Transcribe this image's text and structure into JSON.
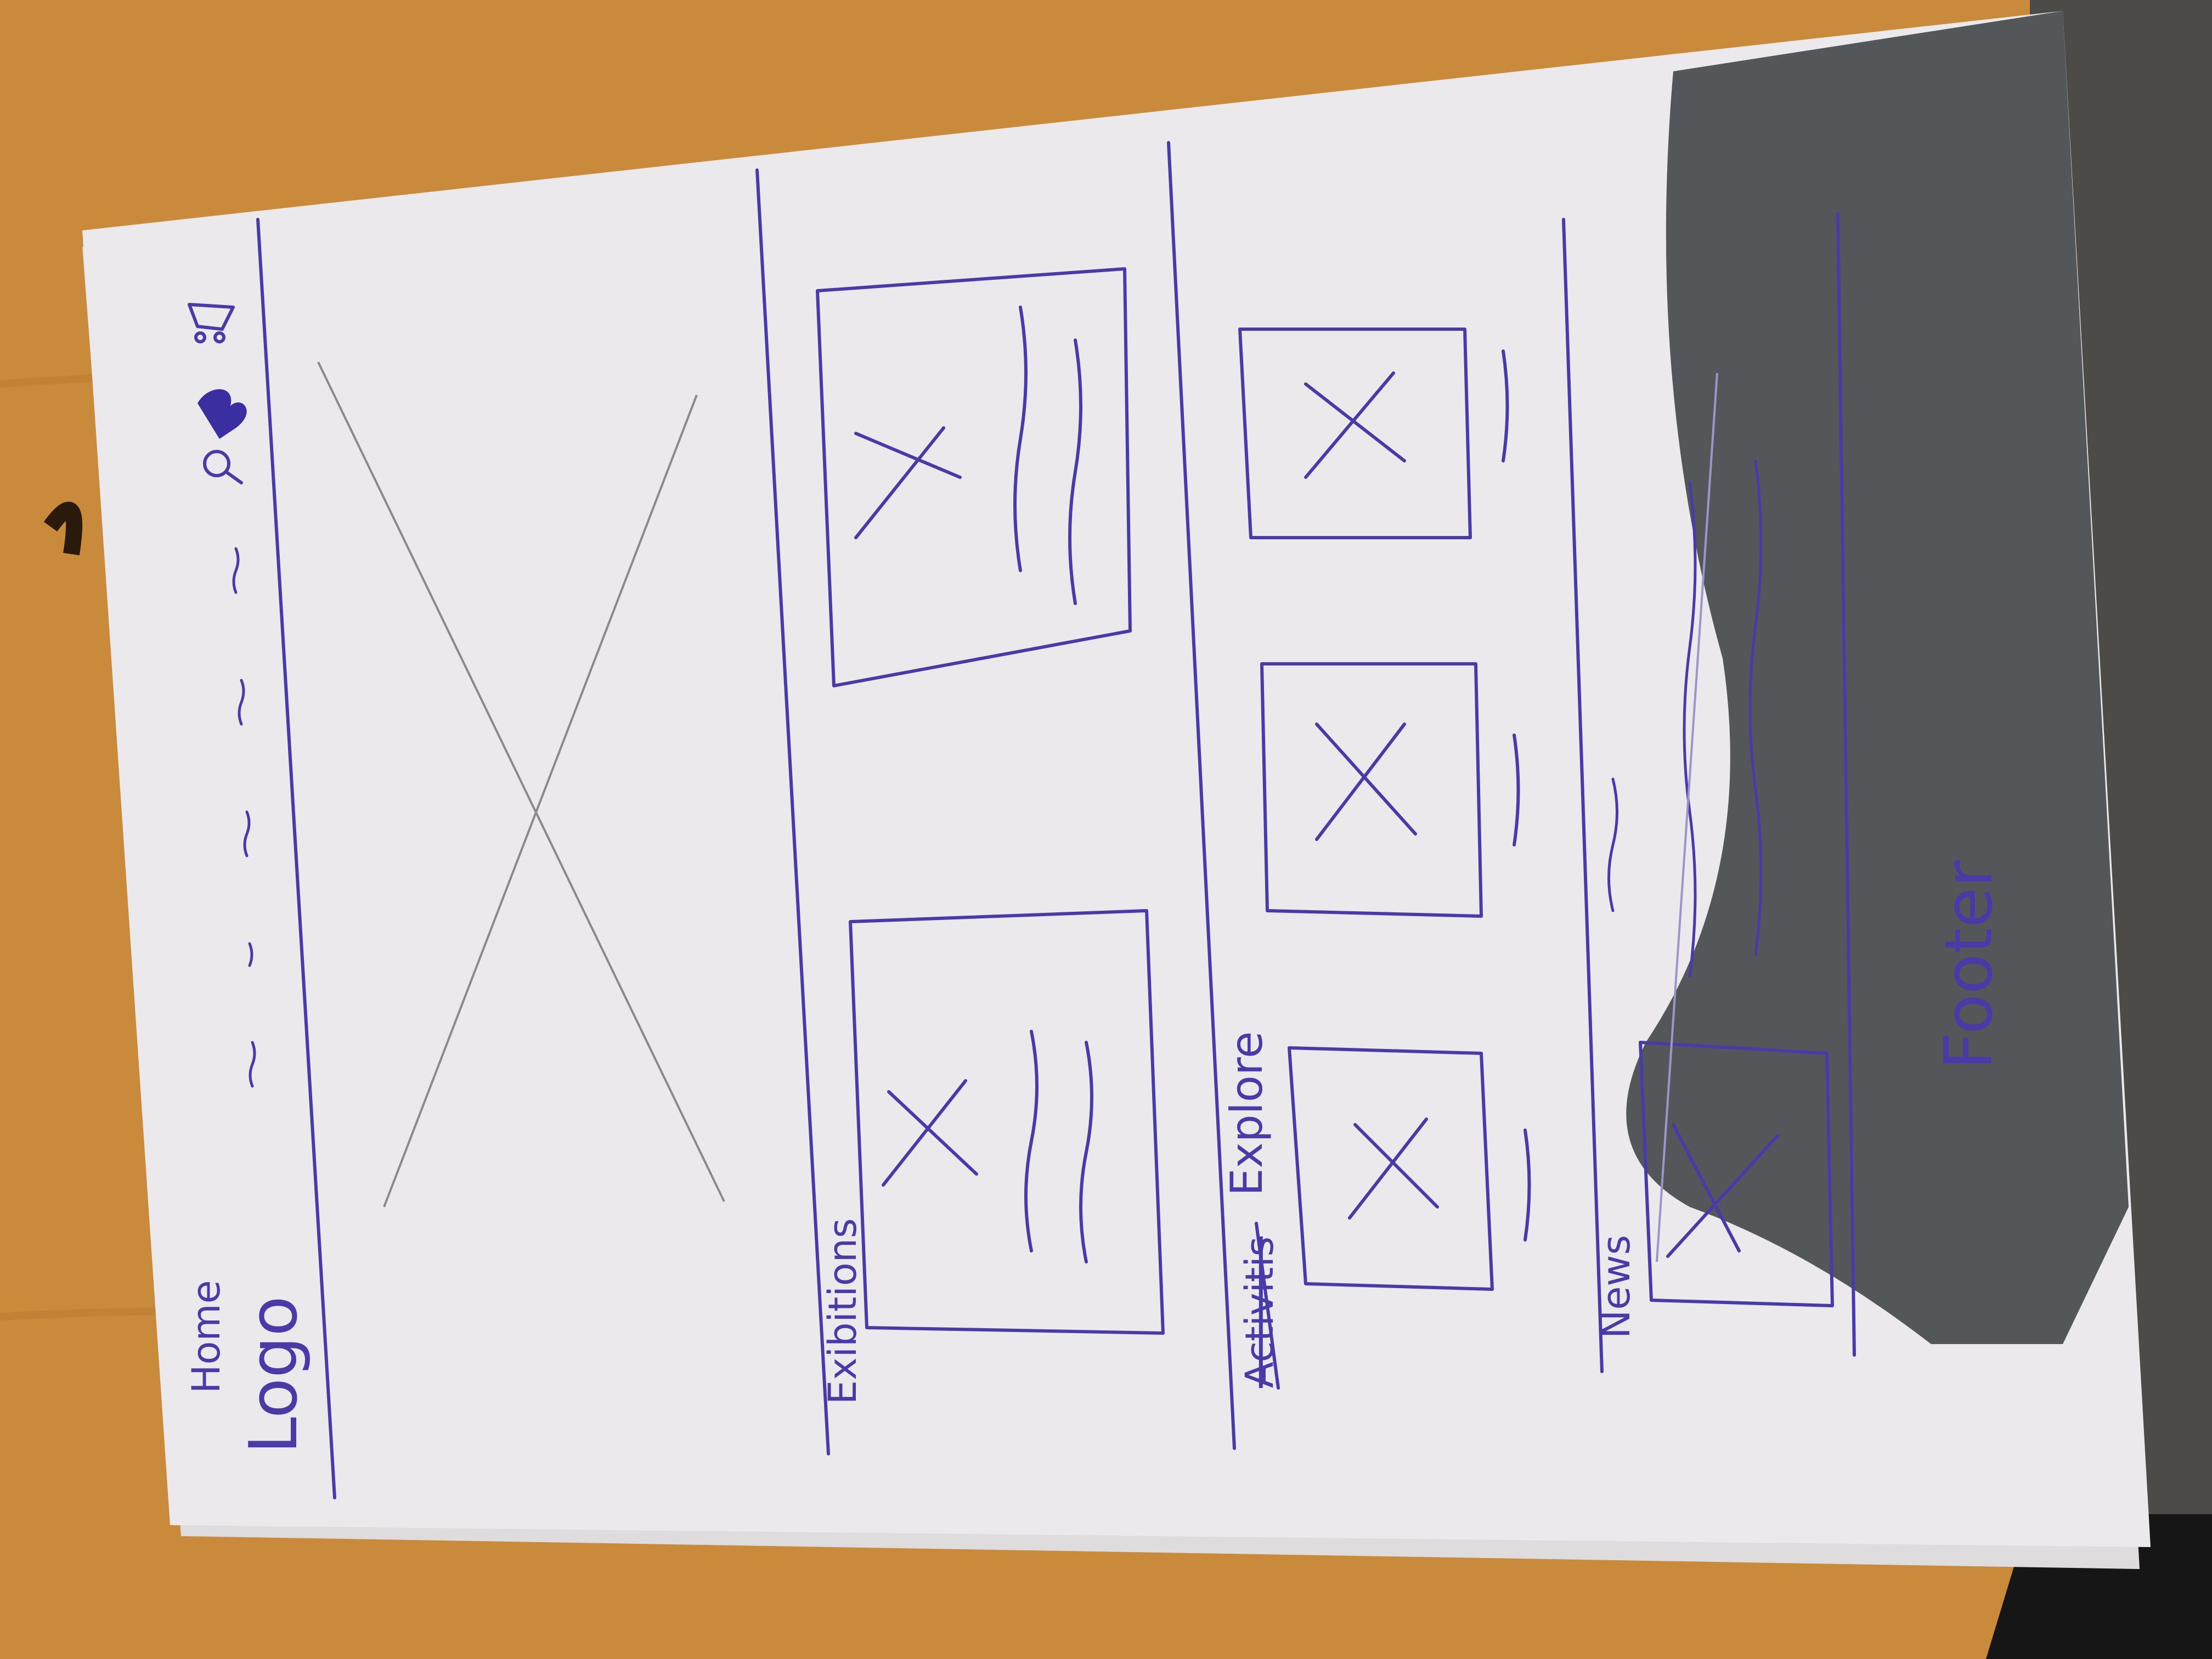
{
  "header": {
    "home_label": "Home",
    "logo_label": "Logo",
    "icons": [
      "search-icon",
      "heart-icon",
      "cart-icon"
    ]
  },
  "sections": {
    "exhibitions_title": "Exibitions",
    "activities_title_struck": "Activitis",
    "explore_title": "Explore",
    "news_title": "News"
  },
  "footer": {
    "label": "Footer"
  },
  "colors": {
    "desk": "#c98a3c",
    "paper": "#ebe9ec",
    "ink": "#4a3aa8",
    "pencil": "#8a8a8a",
    "shadow": "#3a3d40"
  }
}
